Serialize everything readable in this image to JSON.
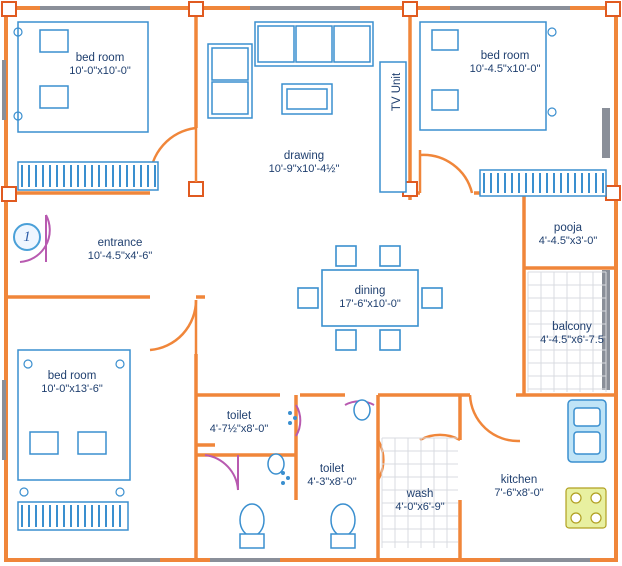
{
  "rooms": {
    "bed_room_1": {
      "name": "bed room",
      "size": "10'-0\"x10'-0\""
    },
    "bed_room_2": {
      "name": "bed room",
      "size": "10'-4.5\"x10'-0\""
    },
    "bed_room_3": {
      "name": "bed room",
      "size": "10'-0\"x13'-6\""
    },
    "drawing": {
      "name": "drawing",
      "size": "10'-9\"x10'-4½\""
    },
    "tv_unit": {
      "name": "TV Unit"
    },
    "entrance": {
      "name": "entrance",
      "size": "10'-4.5\"x4'-6\""
    },
    "dining": {
      "name": "dining",
      "size": "17'-6\"x10'-0\""
    },
    "pooja": {
      "name": "pooja",
      "size": "4'-4.5\"x3'-0\""
    },
    "balcony": {
      "name": "balcony",
      "size": "4'-4.5\"x6'-7.5"
    },
    "toilet_1": {
      "name": "toilet",
      "size": "4'-7½\"x8'-0\""
    },
    "toilet_2": {
      "name": "toilet",
      "size": "4'-3\"x8'-0\""
    },
    "wash": {
      "name": "wash",
      "size": "4'-0\"x6'-9\""
    },
    "kitchen": {
      "name": "kitchen",
      "size": "7'-6\"x8'-0\""
    }
  },
  "entrance_marker": "1",
  "colors": {
    "wall": "#f0863a",
    "furniture": "#3a8fcf",
    "door": "#b85ab0",
    "label": "#1f3f6f",
    "column": "#f0863a",
    "floor_tile": "#d9dbe0"
  }
}
